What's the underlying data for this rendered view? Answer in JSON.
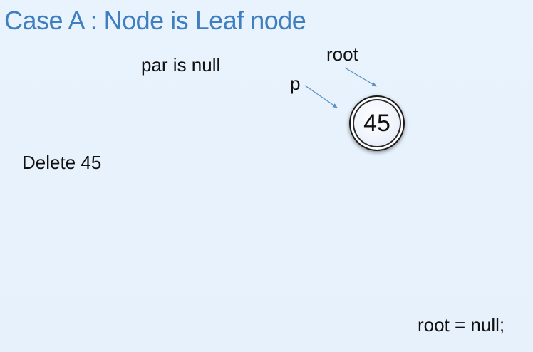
{
  "title": "Case A : Node is Leaf node",
  "labels": {
    "par_status": "par is null",
    "root": "root",
    "p": "p",
    "delete_action": "Delete 45",
    "root_assignment": "root = null;"
  },
  "node": {
    "value": "45"
  },
  "colors": {
    "title": "#3f7fbf",
    "background": "#e9f3fd",
    "arrow": "#5a8fc8"
  }
}
